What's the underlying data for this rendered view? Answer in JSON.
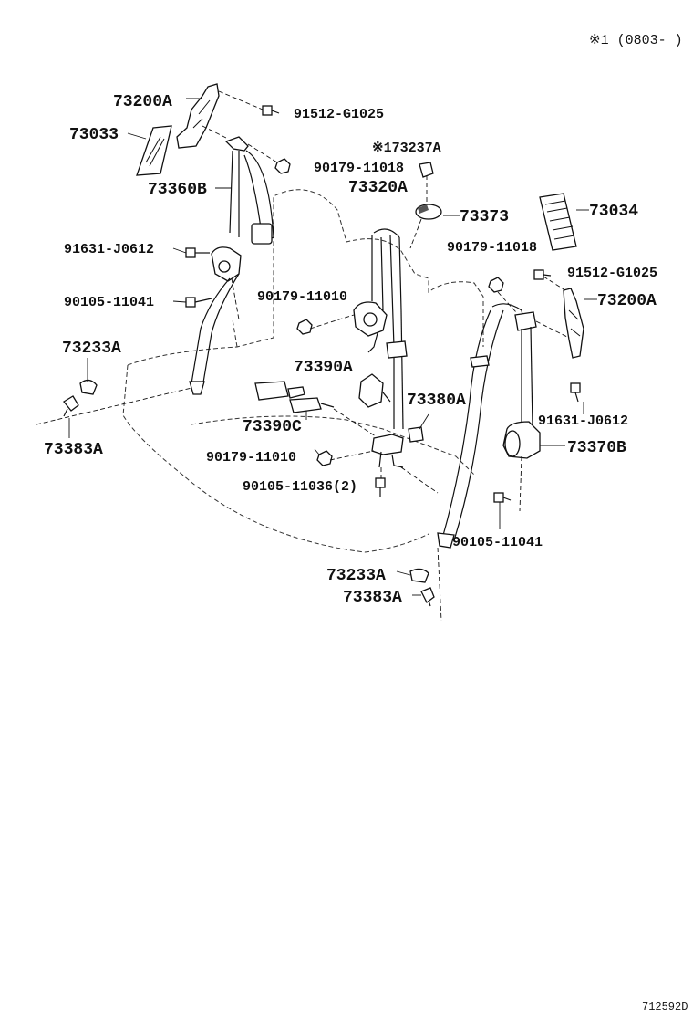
{
  "header": {
    "note": "※1 (0803-   )"
  },
  "footer": {
    "drawing_id": "712592D"
  },
  "labels": {
    "p73200A_left": "73200A",
    "p91512_top": "91512-G1025",
    "p73033": "73033",
    "p173237A": "※173237A",
    "p90179_11018_left": "90179-11018",
    "p73360B": "73360B",
    "p73320A": "73320A",
    "p73373": "73373",
    "p73034": "73034",
    "p91631_left": "91631-J0612",
    "p90179_11018_right": "90179-11018",
    "p91512_right": "91512-G1025",
    "p90105_11041_left": "90105-11041",
    "p90179_11010_mid": "90179-11010",
    "p73200A_right": "73200A",
    "p73233A_left": "73233A",
    "p73390A": "73390A",
    "p73380A": "73380A",
    "p91631_right": "91631-J0612",
    "p73383A_left": "73383A",
    "p73390C": "73390C",
    "p73370B": "73370B",
    "p90179_11010_low": "90179-11010",
    "p90105_11036": "90105-11036(2)",
    "p90105_11041_right": "90105-11041",
    "p73233A_bottom": "73233A",
    "p73383A_bottom": "73383A"
  }
}
